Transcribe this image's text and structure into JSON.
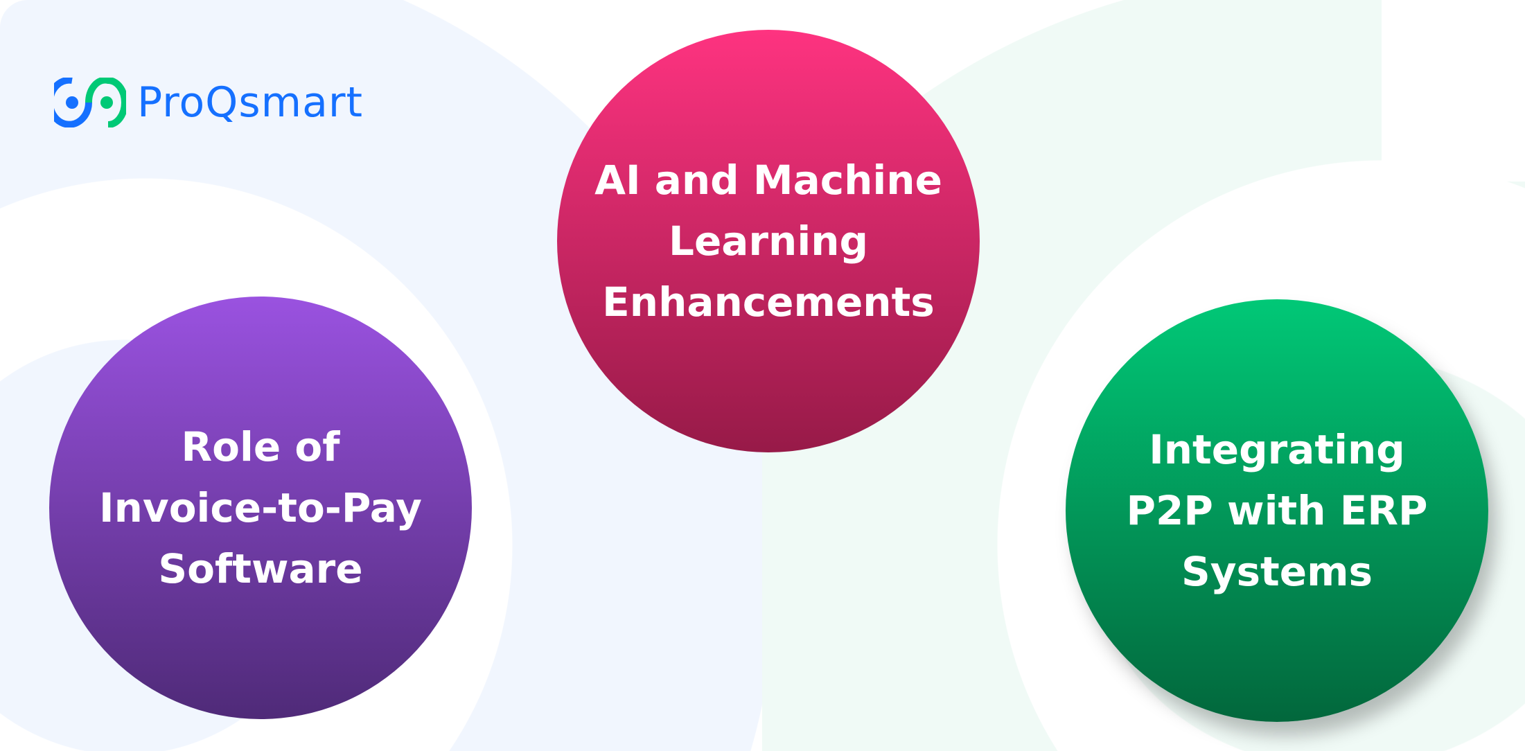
{
  "brand": {
    "name": "ProQsmart",
    "primary_color": "#1570ff",
    "secondary_color": "#00c976"
  },
  "topics": [
    {
      "label": "Role of\nInvoice-to-Pay\nSoftware",
      "color_top": "#9a52e0",
      "color_bottom": "#4f2a78"
    },
    {
      "label": "AI and Machine\nLearning\nEnhancements",
      "color_top": "#fe3380",
      "color_bottom": "#971a48"
    },
    {
      "label": "Integrating\nP2P with ERP\nSystems",
      "color_top": "#01c877",
      "color_bottom": "#02673c"
    }
  ]
}
